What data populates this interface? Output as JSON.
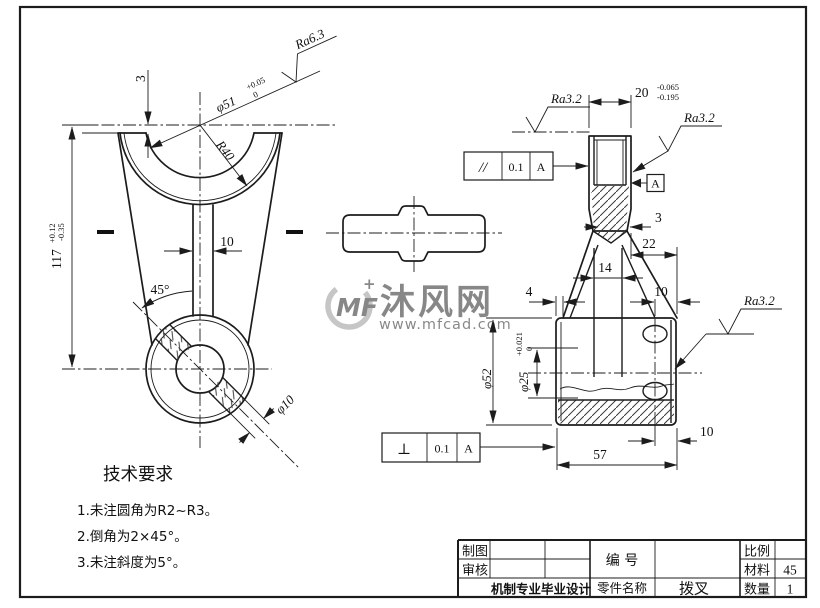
{
  "left": {
    "d3": "3",
    "d117": "117",
    "d117_up": "+0.12",
    "d117_dn": "-0.35",
    "phi51": "φ51",
    "phi51_up": "+0.05",
    "phi51_dn": "0",
    "ra63": "Ra6.3",
    "r40": "R40",
    "d10": "10",
    "a45": "45°",
    "phi10": "φ10"
  },
  "right": {
    "d20": "20",
    "d20_up": "-0.065",
    "d20_dn": "-0.195",
    "ra32_a": "Ra3.2",
    "ra32_b": "Ra3.2",
    "ra32_c": "Ra3.2",
    "par_sym": "//",
    "par_val": "0.1",
    "par_ref": "A",
    "datum": "A",
    "d3": "3",
    "d22": "22",
    "d14": "14",
    "d4": "4",
    "d10_top": "10",
    "phi52": "φ52",
    "phi25": "φ25",
    "phi25_up": "+0.021",
    "phi25_dn": "0",
    "d57": "57",
    "d10_bot": "10",
    "perp_sym": "⊥",
    "perp_val": "0.1",
    "perp_ref": "A"
  },
  "tech_req": {
    "title": "技术要求",
    "item1": "1.未注圆角为R2~R3。",
    "item2": "2.倒角为2×45°。",
    "item3": "3.未注斜度为5°。"
  },
  "watermark": {
    "logo": "MF",
    "plus": "+",
    "name": "沐风网",
    "url": "www.mfcad.com"
  },
  "title_block": {
    "drafter": "制图",
    "checker": "审核",
    "dept": "机制专业毕业设计",
    "number_label": "编  号",
    "part_label": "零件名称",
    "part_name": "拨叉",
    "scale_label": "比例",
    "material_label": "材料",
    "material": "45",
    "qty_label": "数量",
    "qty": "1"
  }
}
